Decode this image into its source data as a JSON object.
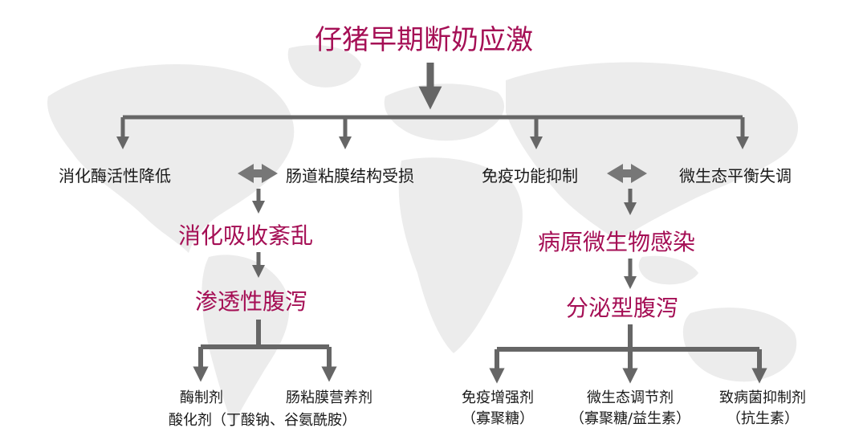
{
  "title": "仔猪早期断奶应激",
  "top_causes": [
    "消化酶活性降低",
    "肠道粘膜结构受损",
    "免疫功能抑制",
    "微生态平衡失调"
  ],
  "left_branch": {
    "effect1": "消化吸收紊乱",
    "effect2": "渗透性腹泻",
    "remedy_a": "酶制剂",
    "remedy_b": "肠粘膜营养剂",
    "remedy_c": "酸化剂（丁酸钠、谷氨酰胺）"
  },
  "right_branch": {
    "effect1": "病原微生物感染",
    "effect2": "分泌型腹泻",
    "remedy_a_line1": "免疫增强剂",
    "remedy_a_line2": "（寡聚糖）",
    "remedy_b_line1": "微生态调节剂",
    "remedy_b_line2": "（寡聚糖/益生素）",
    "remedy_c_line1": "致病菌抑制剂",
    "remedy_c_line2": "（抗生素）"
  },
  "colors": {
    "accent": "#a50f55",
    "arrow": "#666666",
    "text": "#1a1a1a"
  }
}
